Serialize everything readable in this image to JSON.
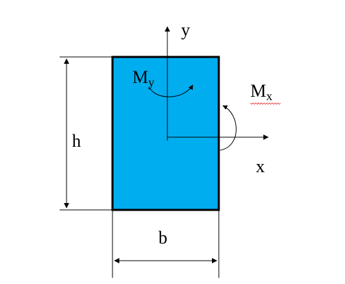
{
  "colors": {
    "section_fill": "#00AEEF",
    "stroke": "#000000",
    "background": "#FFFFFF",
    "spell_underline": "#E03030"
  },
  "labels": {
    "y_axis": "y",
    "x_axis": "x",
    "height": "h",
    "width": "b",
    "moment_y_main": "M",
    "moment_y_sub": "y",
    "moment_x_main": "M",
    "moment_x_sub": "x"
  }
}
